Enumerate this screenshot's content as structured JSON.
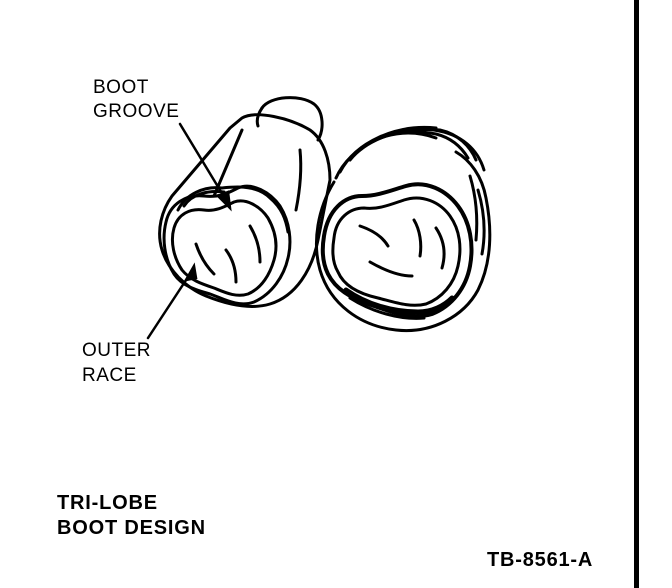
{
  "labels": {
    "boot_groove_line1": "BOOT",
    "boot_groove_line2": "GROOVE",
    "outer_race_line1": "OUTER",
    "outer_race_line2": "RACE",
    "title_line1": "TRI-LOBE",
    "title_line2": "BOOT DESIGN",
    "figure_code": "TB-8561-A"
  },
  "colors": {
    "ink": "#000000",
    "paper": "#ffffff"
  }
}
